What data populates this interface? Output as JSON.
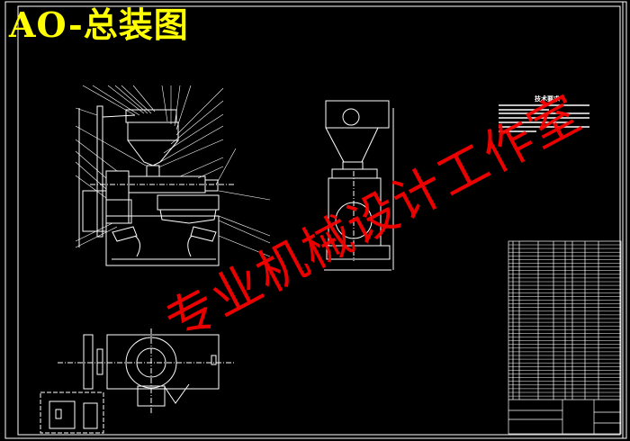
{
  "drawing": {
    "title": "AO-总装图",
    "technical_notes_title": "技术要求",
    "watermark": "专业机械设计工作室",
    "colors": {
      "background": "#000000",
      "lines": "#ffffff",
      "title": "#ffff00",
      "watermark": "#ff0000"
    },
    "views": [
      "front-section-view",
      "side-view",
      "top-view",
      "title-block",
      "parts-list"
    ]
  }
}
